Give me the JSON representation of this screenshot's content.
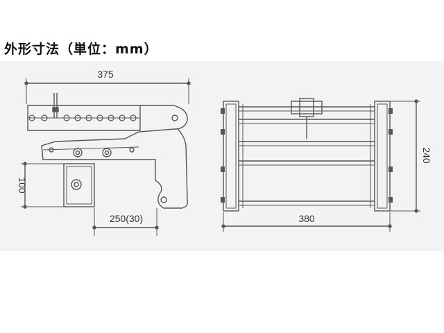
{
  "heading": "外形寸法（単位：mm）",
  "dimensions": {
    "width_side": "375",
    "height_side": "100",
    "depth_side": "250(30)",
    "width_front": "380",
    "height_front": "240"
  },
  "colors": {
    "background": "#f3f3f3",
    "line": "#555555",
    "text": "#333333"
  }
}
